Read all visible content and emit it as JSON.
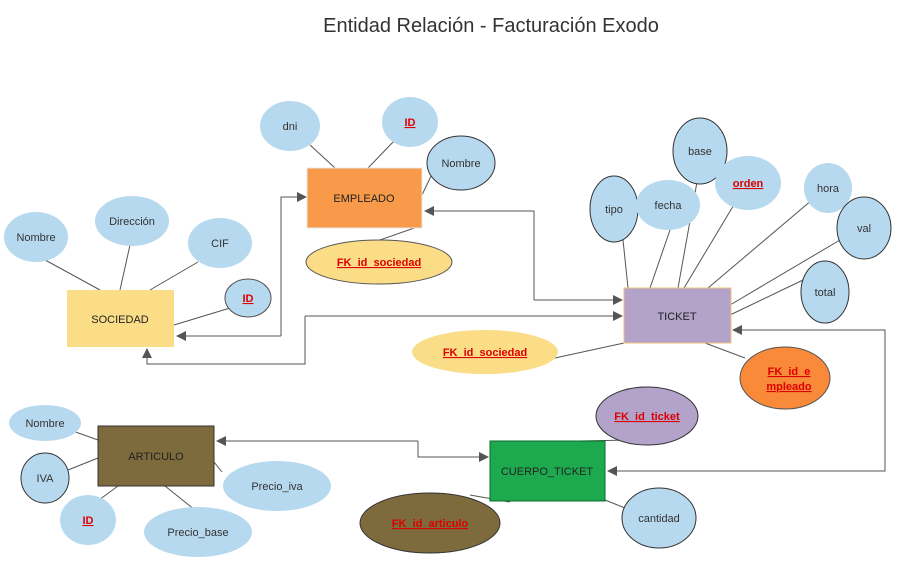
{
  "title": "Entidad Relación - Facturación Exodo",
  "colors": {
    "attr_blue": "#b7d9ef",
    "sociedad": "#fbdd88",
    "empleado": "#f89a49",
    "ticket": "#b3a2c9",
    "articulo": "#7d6a3d",
    "cuerpo_ticket": "#1daa4f",
    "fk_yellow": "#fbdd88",
    "fk_orange": "#f88a3a",
    "fk_purple": "#b3a2c9",
    "fk_brown": "#7d6a3d"
  },
  "entities": {
    "sociedad": "SOCIEDAD",
    "empleado": "EMPLEADO",
    "ticket": "TICKET",
    "articulo": "ARTICULO",
    "cuerpo_ticket": "CUERPO_TICKET"
  },
  "sociedad_attrs": {
    "nombre": "Nombre",
    "direccion": "Dirección",
    "cif": "CIF",
    "id": "ID"
  },
  "empleado_attrs": {
    "dni": "dni",
    "id": "ID",
    "nombre": "Nombre",
    "fk_sociedad": "FK_id_sociedad"
  },
  "ticket_attrs": {
    "base": "base",
    "tipo": "tipo",
    "fecha": "fecha",
    "orden": "orden",
    "hora": "hora",
    "val": "val",
    "total": "total",
    "fk_sociedad": "FK_id_sociedad",
    "fk_empleado_line1": "FK_id_e",
    "fk_empleado_line2": "mpleado"
  },
  "articulo_attrs": {
    "nombre": "Nombre",
    "iva": "IVA",
    "id": "ID",
    "precio_iva": "Precio_iva",
    "precio_base": "Precio_base"
  },
  "cuerpo_ticket_attrs": {
    "fk_ticket": "FK_id_ticket",
    "fk_articulo": "FK_id_articulo",
    "cantidad": "cantidad"
  }
}
